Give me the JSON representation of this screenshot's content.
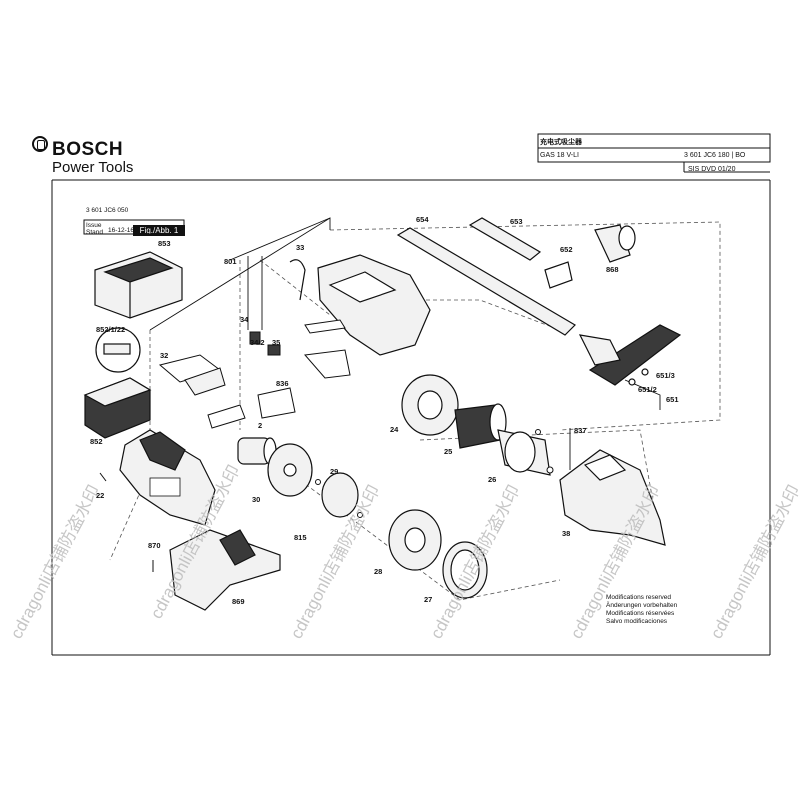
{
  "header": {
    "brand": "BOSCH",
    "subtitle": "Power Tools",
    "product_name_cn": "充电式吸尘器",
    "model": "GAS 18 V-LI",
    "part_number": "3 601 JC6 180 | BO",
    "sis": "SIS DVD 01/20"
  },
  "meta": {
    "code": "3 601 JC6 050",
    "issue_label": "Issue\nStand",
    "issue_date": "16-12-16",
    "figure_label": "Fig./Abb. 1"
  },
  "modifications": [
    "Modifications reserved",
    "Änderungen vorbehalten",
    "Modifications réservées",
    "Salvo modificaciones"
  ],
  "callouts": [
    "853",
    "801",
    "33",
    "654",
    "653",
    "652",
    "868",
    "852/1/22",
    "34",
    "34/2",
    "35",
    "32",
    "836",
    "852",
    "2",
    "24",
    "25",
    "837",
    "26",
    "651/3",
    "651/2",
    "651",
    "22",
    "29",
    "30",
    "815",
    "38",
    "870",
    "869",
    "28",
    "27"
  ],
  "watermark": "cdragonli店铺防盗水印",
  "colors": {
    "ink": "#111111",
    "part_fill": "#f2f2f2",
    "dark_fill": "#3a3a3a",
    "watermark": "#bdbdbd"
  }
}
